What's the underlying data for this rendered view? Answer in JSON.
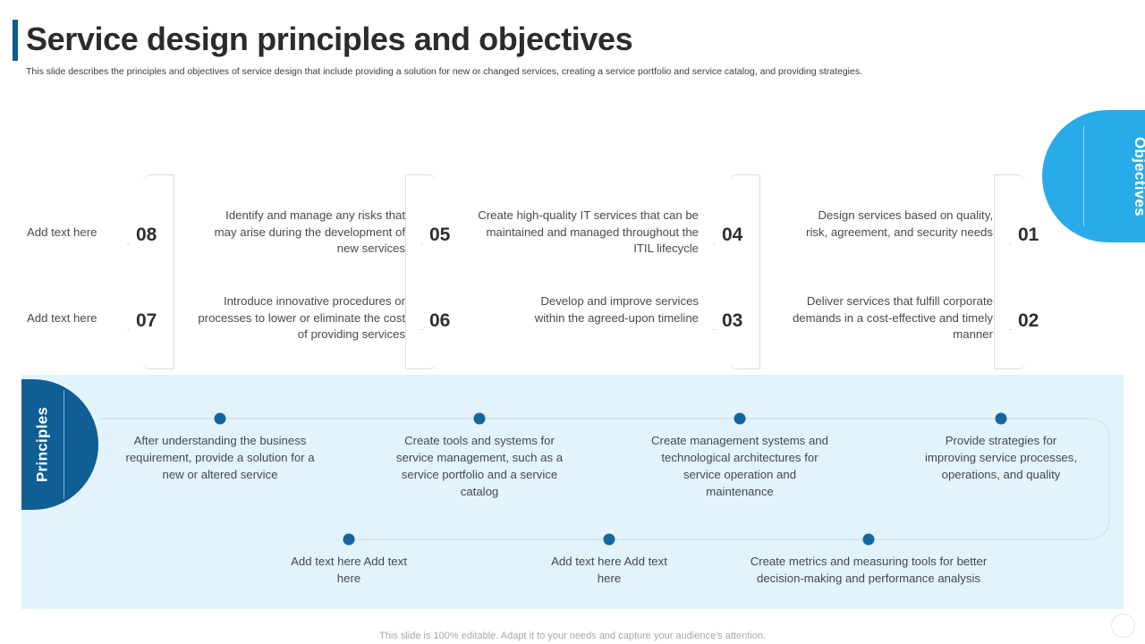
{
  "header": {
    "title": "Service design principles and objectives",
    "subtitle": "This slide describes the principles and objectives of service design that include providing a solution for new or changed services, creating a service portfolio and service catalog, and providing strategies.",
    "accent_color": "#0d5a8f"
  },
  "objectives": {
    "badge_label": "Objectives",
    "badge_color": "#29ABE9",
    "items": [
      {
        "number": "01",
        "text": "Design services based on quality, risk, agreement, and security needs"
      },
      {
        "number": "02",
        "text": "Deliver services that fulfill corporate demands in a cost-effective and timely manner"
      },
      {
        "number": "03",
        "text": "Develop and improve services within the agreed-upon timeline"
      },
      {
        "number": "04",
        "text": "Create high-quality IT services that can be maintained and managed throughout the ITIL lifecycle"
      },
      {
        "number": "05",
        "text": "Identify and manage any risks that may arise during the development of new services"
      },
      {
        "number": "06",
        "text": "Introduce innovative procedures or processes to lower or eliminate the cost of providing services"
      },
      {
        "number": "07",
        "text": "Add text here"
      },
      {
        "number": "08",
        "text": "Add text here"
      }
    ]
  },
  "principles": {
    "badge_label": "Principles",
    "badge_color": "#0f5e96",
    "panel_color": "#e3f3fc",
    "dot_color": "#15669f",
    "top_items": [
      {
        "text": "After understanding the business requirement, provide a solution for a new or altered service"
      },
      {
        "text": "Create tools and systems for service management, such as a service portfolio and a service catalog"
      },
      {
        "text": "Create management systems and technological architectures for service operation and maintenance"
      },
      {
        "text": "Provide strategies for improving service processes, operations, and quality"
      }
    ],
    "bottom_items": [
      {
        "text": "Add text here Add text here"
      },
      {
        "text": "Add text here Add text here"
      },
      {
        "text": "Create metrics and measuring tools for better decision-making and performance analysis"
      }
    ]
  },
  "footer": {
    "note": "This slide is 100% editable. Adapt it to your needs and capture your audience's attention."
  }
}
